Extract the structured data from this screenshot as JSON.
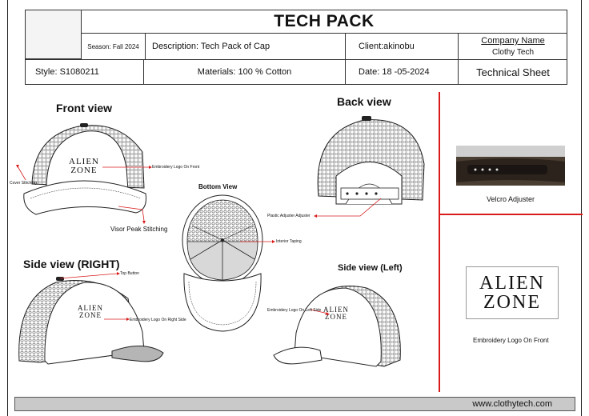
{
  "header": {
    "title": "TECH PACK",
    "season": "Season: Fall 2024",
    "description": "Description: Tech Pack of Cap",
    "client": "Client:akinobu",
    "company_name": "Company Name",
    "company_value": "Clothy Tech",
    "style": "Style:  S1080211",
    "materials": "Materials: 100 % Cotton",
    "date": "Date: 18 -05-2024",
    "sheet": "Technical Sheet"
  },
  "views": {
    "front": "Front view",
    "back": "Back view",
    "bottom": "Bottom View",
    "side_right": "Side view (RIGHT)",
    "side_left": "Side view (Left)"
  },
  "callouts": {
    "embroidery_front": "Embroidery Logo On Front",
    "cover_stitching": "Cover Stitching",
    "visor_peak": "Visor Peak Stitching",
    "plastic_adjuster": "Plastic Adjuster Adjuster",
    "interior_taping": "Interior Taping",
    "top_button": "Top Button",
    "embroidery_right": "Embroidery Logo On  Right Side",
    "embroidery_left": "Embroidery Logo On Left Side"
  },
  "logo": {
    "line1": "ALIEN",
    "line2": "ZONE"
  },
  "side_panel": {
    "velcro": "Velcro Adjuster",
    "embroidery_caption": "Embroidery Logo On Front"
  },
  "footer": {
    "url": "www.clothytech.com"
  },
  "colors": {
    "accent": "#d81c1c",
    "footer": "#c9c9c9"
  }
}
